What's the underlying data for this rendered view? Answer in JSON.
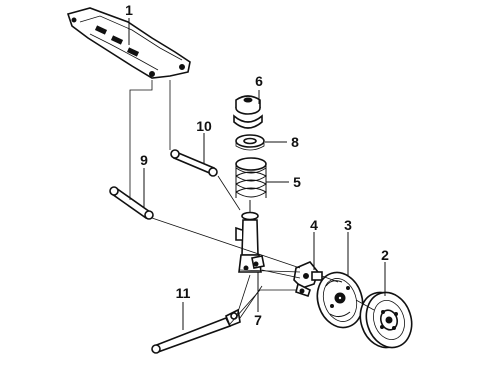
{
  "diagram": {
    "callouts": [
      {
        "id": "c1",
        "label": "1"
      },
      {
        "id": "c2",
        "label": "2"
      },
      {
        "id": "c3",
        "label": "3"
      },
      {
        "id": "c4",
        "label": "4"
      },
      {
        "id": "c5",
        "label": "5"
      },
      {
        "id": "c6",
        "label": "6"
      },
      {
        "id": "c7",
        "label": "7"
      },
      {
        "id": "c8",
        "label": "8"
      },
      {
        "id": "c9",
        "label": "9"
      },
      {
        "id": "c10",
        "label": "10"
      },
      {
        "id": "c11",
        "label": "11"
      }
    ],
    "parts": [
      {
        "id": "crossmember",
        "icon": "crossmember-icon"
      },
      {
        "id": "brake-drum",
        "icon": "brake-drum-icon"
      },
      {
        "id": "backing-plate",
        "icon": "backing-plate-icon"
      },
      {
        "id": "spindle-knuckle",
        "icon": "spindle-knuckle-icon"
      },
      {
        "id": "coil-spring",
        "icon": "coil-spring-icon"
      },
      {
        "id": "strut-mount",
        "icon": "strut-mount-icon"
      },
      {
        "id": "strut",
        "icon": "strut-icon"
      },
      {
        "id": "spring-seat",
        "icon": "spring-seat-icon"
      },
      {
        "id": "front-lateral-arm",
        "icon": "lateral-arm-icon"
      },
      {
        "id": "rear-lateral-arm",
        "icon": "lateral-arm-icon"
      },
      {
        "id": "trailing-arm",
        "icon": "trailing-arm-icon"
      }
    ]
  }
}
